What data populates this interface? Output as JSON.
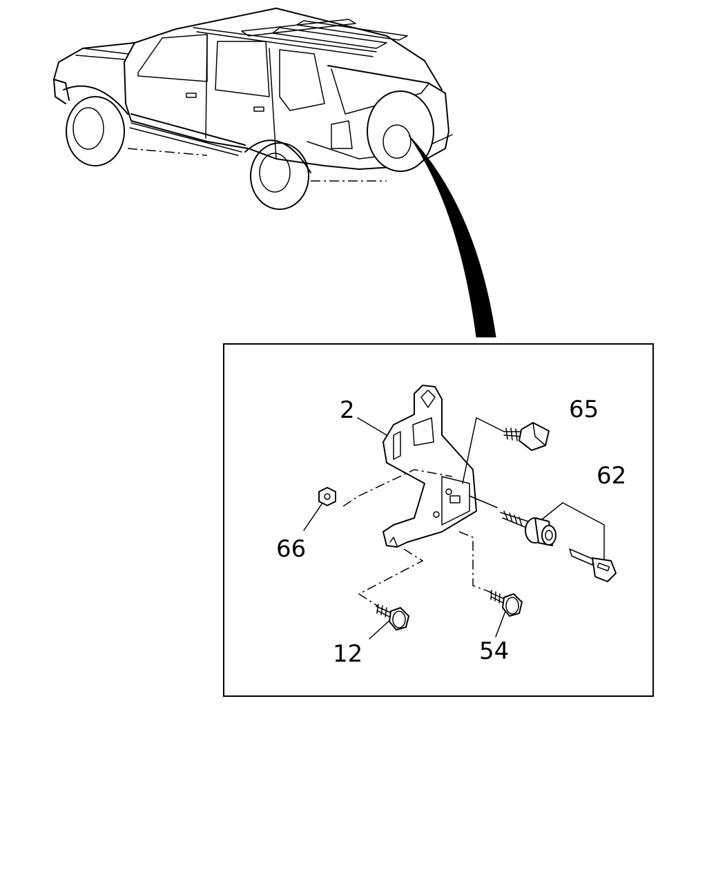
{
  "callouts": [
    {
      "id": "2",
      "label": "2"
    },
    {
      "id": "65",
      "label": "65"
    },
    {
      "id": "62",
      "label": "62"
    },
    {
      "id": "66",
      "label": "66"
    },
    {
      "id": "12",
      "label": "12"
    },
    {
      "id": "54",
      "label": "54"
    }
  ]
}
